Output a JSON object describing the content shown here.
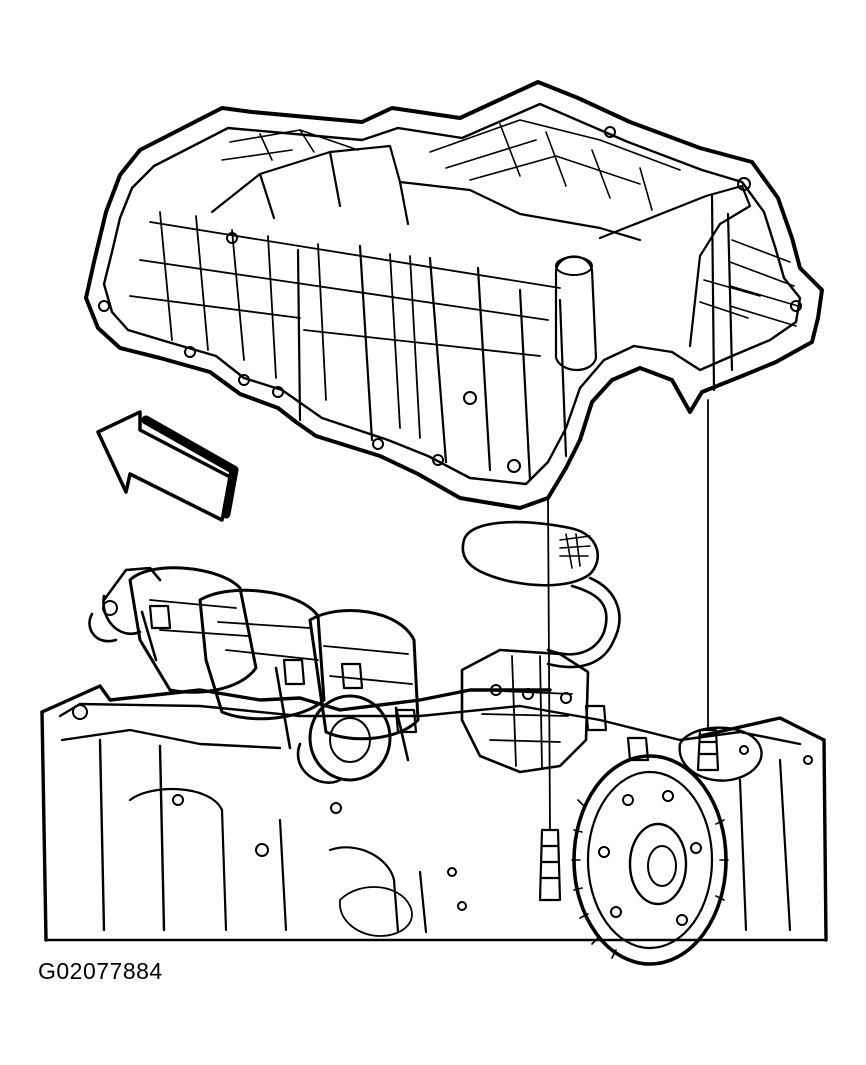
{
  "figure": {
    "code": "G02077884",
    "line_color": "#000000",
    "background_color": "#ffffff",
    "components": [
      {
        "name": "oil-pan",
        "icon": "oil-pan-outline"
      },
      {
        "name": "direction-arrow",
        "icon": "arrow-up-left"
      },
      {
        "name": "engine-block",
        "icon": "engine-block-outline"
      },
      {
        "name": "crankshaft",
        "icon": "crankshaft-outline"
      },
      {
        "name": "oil-pump-pickup",
        "icon": "pickup-tube-outline"
      },
      {
        "name": "flywheel",
        "icon": "flywheel-outline"
      },
      {
        "name": "alignment-studs",
        "icon": "stud-outline"
      }
    ]
  }
}
